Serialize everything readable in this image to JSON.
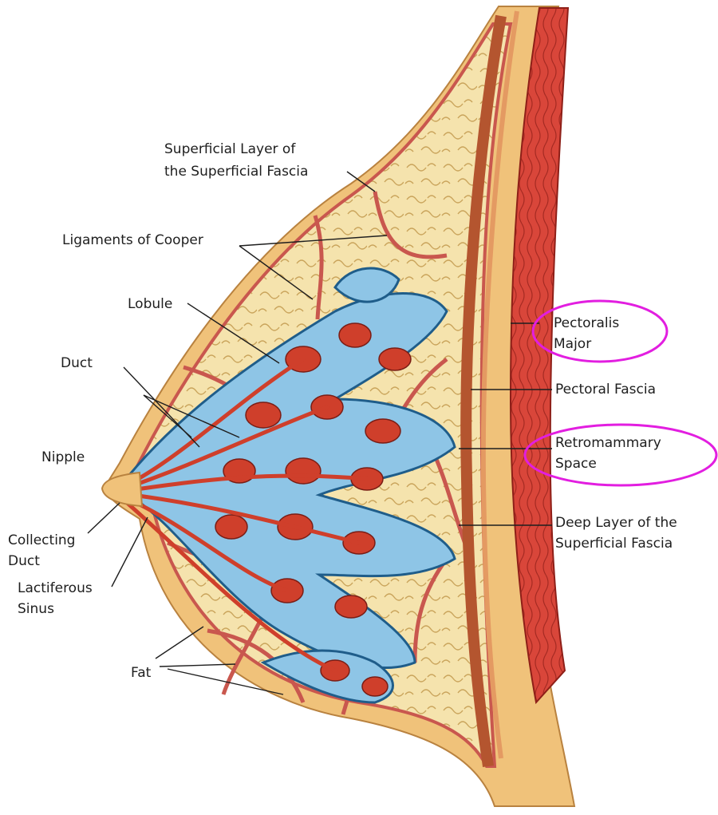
{
  "labels": {
    "superficial_layer": [
      "Superficial Layer of",
      "the Superficial Fascia"
    ],
    "ligaments_of_cooper": "Ligaments of Cooper",
    "lobule": "Lobule",
    "duct": "Duct",
    "nipple": "Nipple",
    "collecting_duct": [
      "Collecting",
      "Duct"
    ],
    "lactiferous_sinus": [
      "Lactiferous",
      "Sinus"
    ],
    "fat": "Fat",
    "pectoralis_major": [
      "Pectoralis",
      "Major"
    ],
    "pectoral_fascia": "Pectoral Fascia",
    "retromammary_space": [
      "Retromammary",
      "Space"
    ],
    "deep_layer": [
      "Deep Layer of the",
      "Superficial Fascia"
    ]
  },
  "colors": {
    "skin": "#f0c27a",
    "fat": "#f5e3ad",
    "tissue": "#c9574e",
    "muscle": "#d9463a",
    "gland": "#8ec5e6",
    "duct": "#cf3f2b",
    "highlight": "#e21ee0"
  }
}
